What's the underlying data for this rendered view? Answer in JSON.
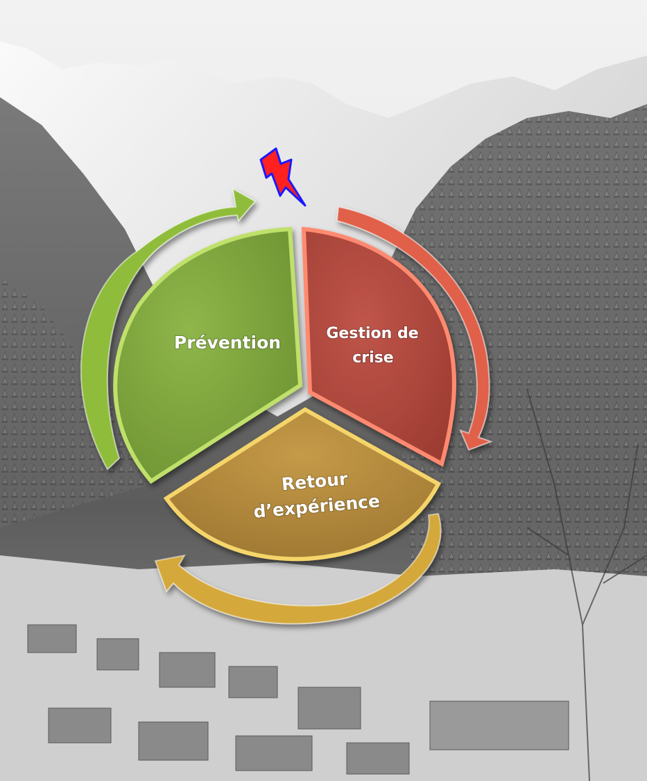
{
  "diagram": {
    "segments": [
      {
        "id": "prevention",
        "lines": [
          "Prévention"
        ],
        "color": "#7ba13d",
        "edge": "#bfe06a"
      },
      {
        "id": "gestion",
        "lines": [
          "Gestion  de",
          "crise"
        ],
        "color": "#b0473c",
        "edge": "#ff8a70"
      },
      {
        "id": "retour",
        "lines": [
          "Retour",
          "d’expérience"
        ],
        "color": "#b38a3e",
        "edge": "#f5d56a"
      }
    ],
    "arrows": [
      {
        "id": "green-arrow",
        "color": "#8fbd3a"
      },
      {
        "id": "red-arrow",
        "color": "#e0604a"
      },
      {
        "id": "gold-arrow",
        "color": "#d4a83a"
      }
    ],
    "alert_icon": {
      "name": "lightning-icon",
      "color": "#ff2020",
      "outline": "#1a1aff"
    }
  }
}
